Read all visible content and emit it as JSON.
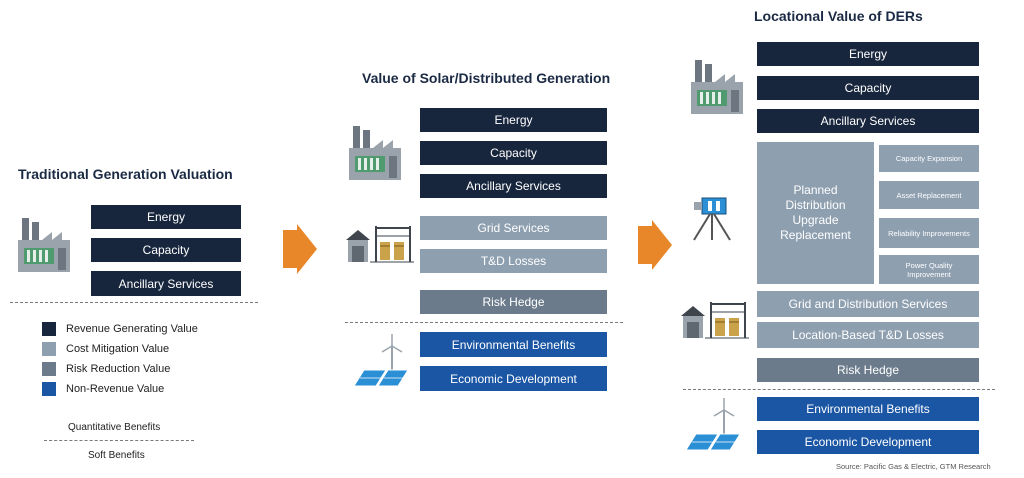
{
  "panels": {
    "traditional": {
      "title": "Traditional Generation Valuation",
      "items": [
        "Energy",
        "Capacity",
        "Ancillary Services"
      ]
    },
    "solar": {
      "title": "Value of Solar/Distributed Generation",
      "items": [
        "Energy",
        "Capacity",
        "Ancillary Services",
        "Grid Services",
        "T&D Losses",
        "Risk Hedge",
        "Environmental Benefits",
        "Economic Development"
      ]
    },
    "locational": {
      "title": "Locational Value of DERs",
      "items": [
        "Energy",
        "Capacity",
        "Ancillary Services"
      ],
      "planned": "Planned Distribution Upgrade Replacement",
      "sub_items": [
        "Capacity Expansion",
        "Asset Replacement",
        "Reliability Improvements",
        "Power Quality Improvement"
      ],
      "lower_items": [
        "Grid and Distribution Services",
        "Location-Based T&D Losses",
        "Risk Hedge",
        "Environmental Benefits",
        "Economic Development"
      ]
    }
  },
  "legend": {
    "items": [
      "Revenue Generating Value",
      "Cost Mitigation Value",
      "Risk Reduction Value",
      "Non-Revenue Value"
    ],
    "colors": [
      "#17253d",
      "#8e9fb0",
      "#6b7b8c",
      "#1a56a4"
    ]
  },
  "notes": {
    "quantitative": "Quantitative Benefits",
    "soft": "Soft Benefits"
  },
  "source": "Source: Pacific Gas & Electric, GTM Research",
  "colors": {
    "navy": "#17253d",
    "grey": "#8e9fb0",
    "slate": "#6b7b8c",
    "blue": "#1a56a4",
    "arrow": "#e8872a"
  },
  "icons": [
    "power-plant-icon",
    "substation-icon",
    "wind-solar-icon",
    "sensor-icon",
    "arrow-right-icon"
  ]
}
